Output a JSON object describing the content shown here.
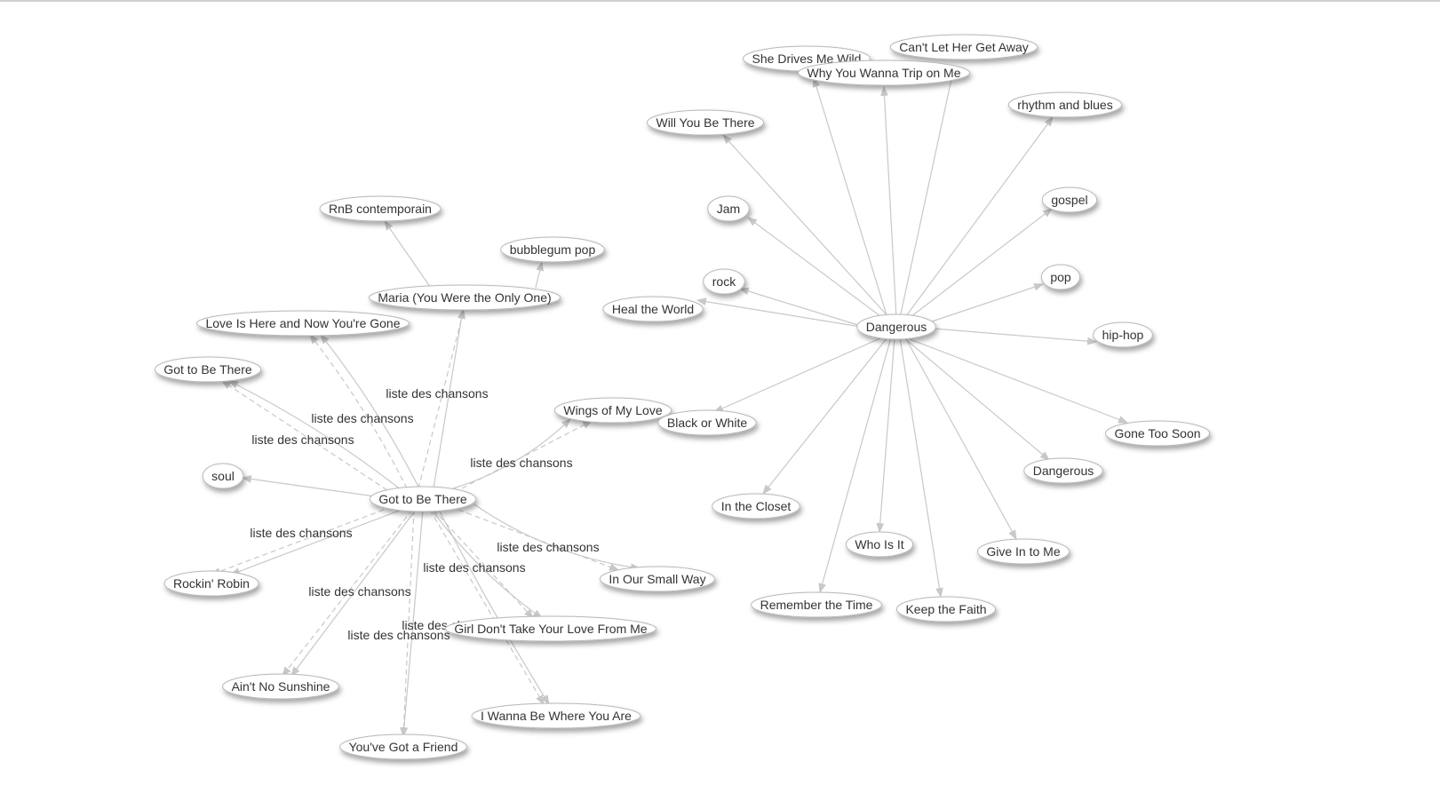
{
  "colors": {
    "background": "#ffffff",
    "edge": "#c8c8c8",
    "node_border": "#b8b8b8",
    "text": "#333333"
  },
  "graph": {
    "nodes": [
      {
        "id": "got",
        "label": "Got to Be There"
      },
      {
        "id": "dangerous",
        "label": "Dangerous"
      },
      {
        "id": "rnb",
        "label": "RnB contemporain"
      },
      {
        "id": "bubblegum",
        "label": "bubblegum pop"
      },
      {
        "id": "maria",
        "label": "Maria (You Were the Only One)"
      },
      {
        "id": "lovehere",
        "label": "Love Is Here and Now You're Gone"
      },
      {
        "id": "got2",
        "label": "Got to Be There"
      },
      {
        "id": "wings",
        "label": "Wings of My Love"
      },
      {
        "id": "soul",
        "label": "soul"
      },
      {
        "id": "rockin",
        "label": "Rockin' Robin"
      },
      {
        "id": "smallway",
        "label": "In Our Small Way"
      },
      {
        "id": "girldont",
        "label": "Girl Don't Take Your Love From Me"
      },
      {
        "id": "aint",
        "label": "Ain't No Sunshine"
      },
      {
        "id": "iwanna",
        "label": "I Wanna Be Where You Are"
      },
      {
        "id": "friend",
        "label": "You've Got a Friend"
      },
      {
        "id": "drives",
        "label": "She Drives Me Wild"
      },
      {
        "id": "cantlet",
        "label": "Can't Let Her Get Away"
      },
      {
        "id": "whyyou",
        "label": "Why You Wanna Trip on Me"
      },
      {
        "id": "rhythm",
        "label": "rhythm and blues"
      },
      {
        "id": "willyou",
        "label": "Will You Be There"
      },
      {
        "id": "gospel",
        "label": "gospel"
      },
      {
        "id": "jam",
        "label": "Jam"
      },
      {
        "id": "rock",
        "label": "rock"
      },
      {
        "id": "pop",
        "label": "pop"
      },
      {
        "id": "heal",
        "label": "Heal the World"
      },
      {
        "id": "hiphop",
        "label": "hip-hop"
      },
      {
        "id": "blackwhite",
        "label": "Black or White"
      },
      {
        "id": "goneSoon",
        "label": "Gone Too Soon"
      },
      {
        "id": "dangerous2",
        "label": "Dangerous"
      },
      {
        "id": "closet",
        "label": "In the Closet"
      },
      {
        "id": "whois",
        "label": "Who Is It"
      },
      {
        "id": "giveIn",
        "label": "Give In to Me"
      },
      {
        "id": "remember",
        "label": "Remember the Time"
      },
      {
        "id": "faith",
        "label": "Keep the Faith"
      }
    ],
    "edges": [
      {
        "from": "maria",
        "to": "rnb",
        "style": "solid",
        "label": ""
      },
      {
        "from": "maria",
        "to": "bubblegum",
        "style": "solid",
        "label": ""
      },
      {
        "from": "got",
        "to": "maria",
        "style": "solid",
        "label": ""
      },
      {
        "from": "got",
        "to": "maria",
        "style": "dashed",
        "label": "liste des chansons"
      },
      {
        "from": "got",
        "to": "lovehere",
        "style": "solid",
        "label": ""
      },
      {
        "from": "got",
        "to": "lovehere",
        "style": "dashed",
        "label": "liste des chansons"
      },
      {
        "from": "got",
        "to": "got2",
        "style": "solid",
        "label": ""
      },
      {
        "from": "got",
        "to": "got2",
        "style": "dashed",
        "label": "liste des chansons"
      },
      {
        "from": "got",
        "to": "wings",
        "style": "solid",
        "label": ""
      },
      {
        "from": "got",
        "to": "wings",
        "style": "dashed",
        "label": "liste des chansons"
      },
      {
        "from": "got",
        "to": "soul",
        "style": "solid",
        "label": ""
      },
      {
        "from": "got",
        "to": "rockin",
        "style": "solid",
        "label": ""
      },
      {
        "from": "got",
        "to": "rockin",
        "style": "dashed",
        "label": "liste des chansons"
      },
      {
        "from": "got",
        "to": "smallway",
        "style": "solid",
        "label": ""
      },
      {
        "from": "got",
        "to": "smallway",
        "style": "dashed",
        "label": "liste des chansons"
      },
      {
        "from": "got",
        "to": "girldont",
        "style": "solid",
        "label": ""
      },
      {
        "from": "got",
        "to": "girldont",
        "style": "dashed",
        "label": "liste des chansons"
      },
      {
        "from": "got",
        "to": "aint",
        "style": "solid",
        "label": ""
      },
      {
        "from": "got",
        "to": "aint",
        "style": "dashed",
        "label": "liste des chansons"
      },
      {
        "from": "got",
        "to": "iwanna",
        "style": "solid",
        "label": ""
      },
      {
        "from": "got",
        "to": "iwanna",
        "style": "dashed",
        "label": "liste des chansons"
      },
      {
        "from": "got",
        "to": "friend",
        "style": "solid",
        "label": ""
      },
      {
        "from": "got",
        "to": "friend",
        "style": "dashed",
        "label": "liste des chansons"
      },
      {
        "from": "dangerous",
        "to": "drives",
        "style": "solid",
        "label": ""
      },
      {
        "from": "dangerous",
        "to": "whyyou",
        "style": "solid",
        "label": ""
      },
      {
        "from": "dangerous",
        "to": "cantlet",
        "style": "solid",
        "label": ""
      },
      {
        "from": "dangerous",
        "to": "rhythm",
        "style": "solid",
        "label": ""
      },
      {
        "from": "dangerous",
        "to": "willyou",
        "style": "solid",
        "label": ""
      },
      {
        "from": "dangerous",
        "to": "gospel",
        "style": "solid",
        "label": ""
      },
      {
        "from": "dangerous",
        "to": "jam",
        "style": "solid",
        "label": ""
      },
      {
        "from": "dangerous",
        "to": "rock",
        "style": "solid",
        "label": ""
      },
      {
        "from": "dangerous",
        "to": "pop",
        "style": "solid",
        "label": ""
      },
      {
        "from": "dangerous",
        "to": "heal",
        "style": "solid",
        "label": ""
      },
      {
        "from": "dangerous",
        "to": "hiphop",
        "style": "solid",
        "label": ""
      },
      {
        "from": "dangerous",
        "to": "blackwhite",
        "style": "solid",
        "label": ""
      },
      {
        "from": "dangerous",
        "to": "goneSoon",
        "style": "solid",
        "label": ""
      },
      {
        "from": "dangerous",
        "to": "dangerous2",
        "style": "solid",
        "label": ""
      },
      {
        "from": "dangerous",
        "to": "closet",
        "style": "solid",
        "label": ""
      },
      {
        "from": "dangerous",
        "to": "whois",
        "style": "solid",
        "label": ""
      },
      {
        "from": "dangerous",
        "to": "giveIn",
        "style": "solid",
        "label": ""
      },
      {
        "from": "dangerous",
        "to": "remember",
        "style": "solid",
        "label": ""
      },
      {
        "from": "dangerous",
        "to": "faith",
        "style": "solid",
        "label": ""
      }
    ]
  }
}
